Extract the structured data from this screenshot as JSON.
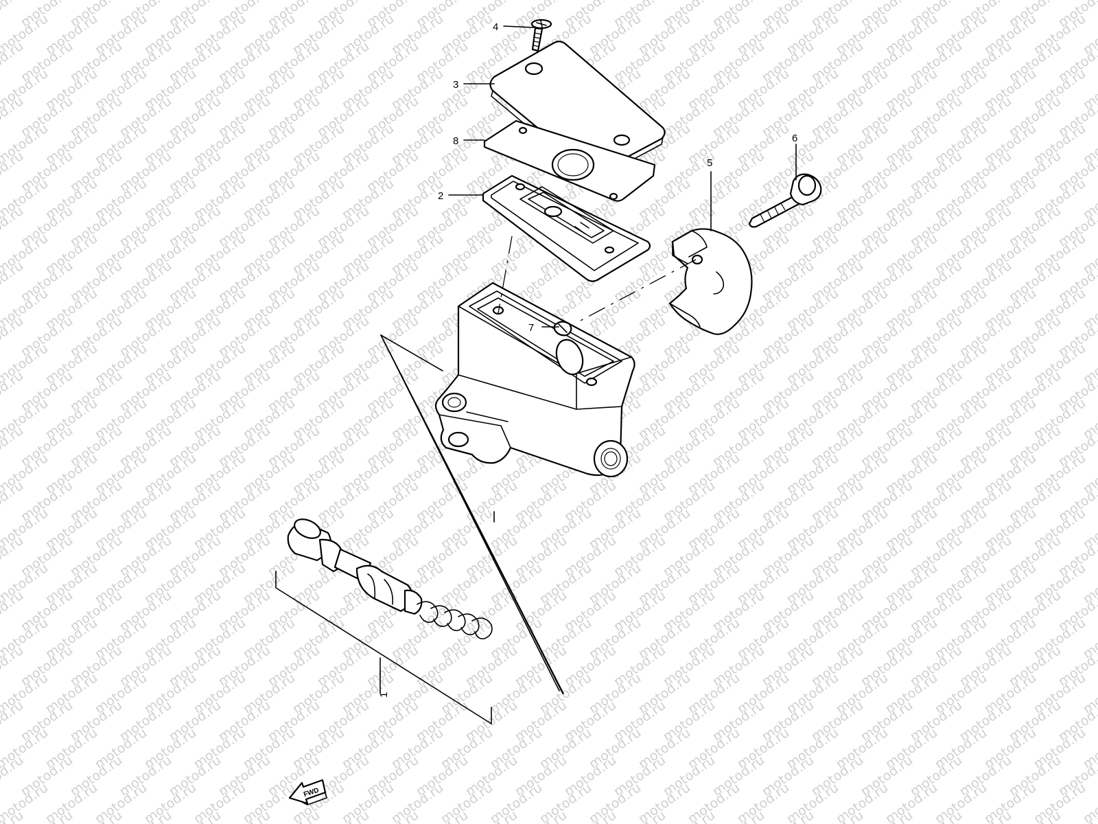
{
  "watermark": {
    "text": "motod.ru",
    "color": "#cfcfcf"
  },
  "diagram": {
    "parts": [
      {
        "number": "1",
        "part": "piston-spring-set"
      },
      {
        "number": "2",
        "part": "reservoir-diaphragm"
      },
      {
        "number": "3",
        "part": "reservoir-cap"
      },
      {
        "number": "4",
        "part": "cap-screw"
      },
      {
        "number": "5",
        "part": "master-cylinder-clamp"
      },
      {
        "number": "6",
        "part": "clamp-bolt"
      },
      {
        "number": "7",
        "part": "port-clip"
      },
      {
        "number": "8",
        "part": "diaphragm-plate"
      }
    ],
    "fwd_label": "FWD"
  }
}
